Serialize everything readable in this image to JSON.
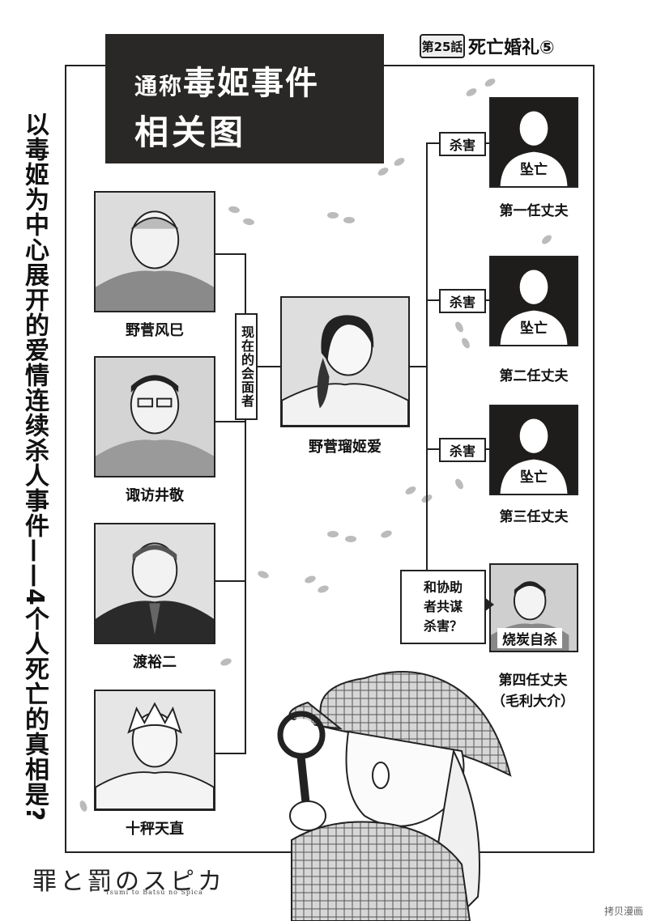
{
  "title": {
    "line1_prefix": "通称",
    "line1_main": "毒姬事件",
    "line2": "相关图"
  },
  "chapter": {
    "badge": "第25話",
    "title": "死亡婚礼⑤"
  },
  "tagline": "以毒姬为中心展开的爱情连续杀人事件——4个人死亡的真相是?",
  "left_group_label": "现在的会面者",
  "center": {
    "name": "野菅瑠姬爱"
  },
  "suitors": [
    {
      "name": "野菅风巳"
    },
    {
      "name": "诹访井敬"
    },
    {
      "name": "渡裕二"
    },
    {
      "name": "十秤天直"
    }
  ],
  "husbands": [
    {
      "relation": "杀害",
      "fate": "坠亡",
      "name": "第一任丈夫"
    },
    {
      "relation": "杀害",
      "fate": "坠亡",
      "name": "第二任丈夫"
    },
    {
      "relation": "杀害",
      "fate": "坠亡",
      "name": "第三任丈夫"
    }
  ],
  "fourth": {
    "note_lines": [
      "和协助",
      "者共谋",
      "杀害？"
    ],
    "fate": "烧炭自杀",
    "name_line1": "第四任丈夫",
    "name_line2": "（毛利大介）"
  },
  "logo": {
    "title": "罪と罰のスピカ",
    "subtitle": "Tsumi to Batsu no Spica"
  },
  "watermark": "拷贝漫画"
}
